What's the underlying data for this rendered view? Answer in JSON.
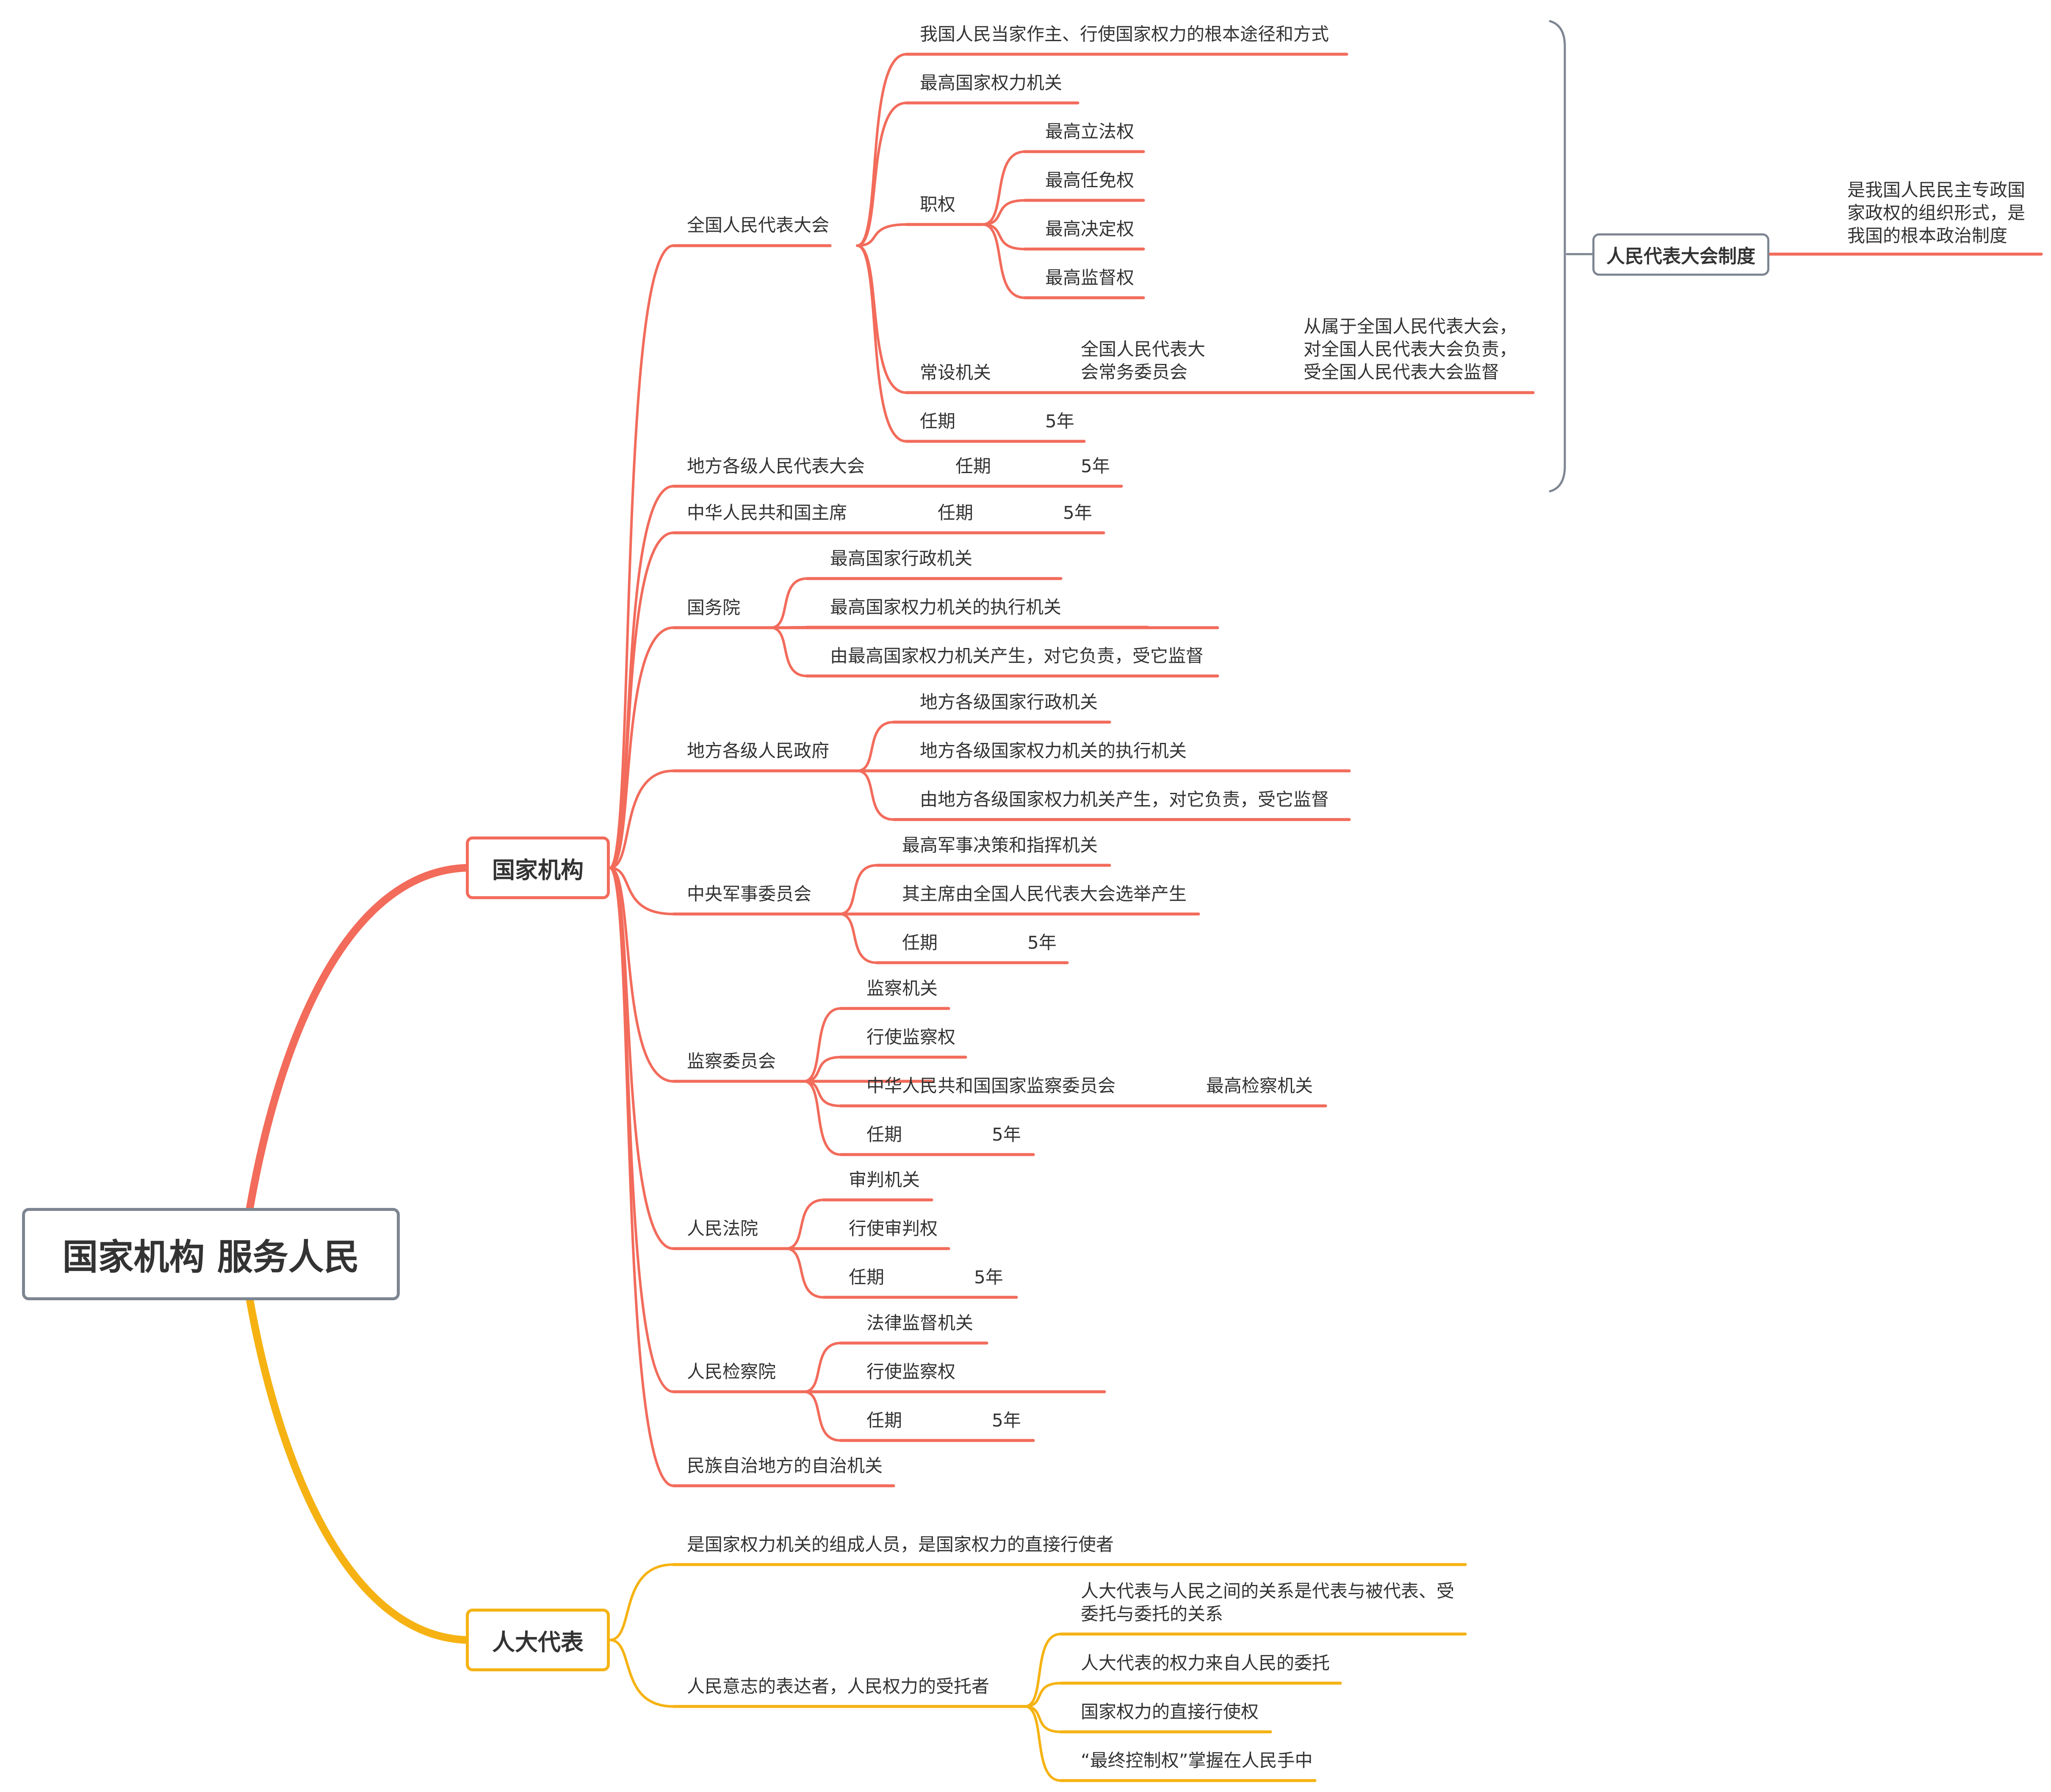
{
  "root": "国家机构 服务人民",
  "branch_organs": {
    "title": "国家机构",
    "npc": {
      "label": "全国人民代表大会",
      "item1": "我国人民当家作主、行使国家权力的根本途径和方式",
      "item2": "最高国家权力机关",
      "powers": {
        "label": "职权",
        "items": [
          "最高立法权",
          "最高任免权",
          "最高决定权",
          "最高监督权"
        ]
      },
      "standing": {
        "label": "常设机关",
        "name_lines": [
          "全国人民代表大",
          "会常务委员会"
        ],
        "desc_lines": [
          "从属于全国人民代表大会，",
          "对全国人民代表大会负责，",
          "受全国人民代表大会监督"
        ]
      },
      "term": {
        "label": "任期",
        "value": "5年"
      }
    },
    "local_npc": {
      "label": "地方各级人民代表大会",
      "term_label": "任期",
      "term_value": "5年"
    },
    "president": {
      "label": "中华人民共和国主席",
      "term_label": "任期",
      "term_value": "5年"
    },
    "state_council": {
      "label": "国务院",
      "items": [
        "最高国家行政机关",
        "最高国家权力机关的执行机关",
        "由最高国家权力机关产生，对它负责，受它监督"
      ]
    },
    "local_gov": {
      "label": "地方各级人民政府",
      "items": [
        "地方各级国家行政机关",
        "地方各级国家权力机关的执行机关",
        "由地方各级国家权力机关产生，对它负责，受它监督"
      ]
    },
    "cmc": {
      "label": "中央军事委员会",
      "items": [
        "最高军事决策和指挥机关",
        "其主席由全国人民代表大会选举产生"
      ],
      "term_label": "任期",
      "term_value": "5年"
    },
    "supervision": {
      "label": "监察委员会",
      "items": [
        "监察机关",
        "行使监察权"
      ],
      "national": "中华人民共和国国家监察委员会",
      "national_desc": "最高检察机关",
      "term_label": "任期",
      "term_value": "5年"
    },
    "court": {
      "label": "人民法院",
      "items": [
        "审判机关",
        "行使审判权"
      ],
      "term_label": "任期",
      "term_value": "5年"
    },
    "procuratorate": {
      "label": "人民检察院",
      "items": [
        "法律监督机关",
        "行使监察权"
      ],
      "term_label": "任期",
      "term_value": "5年"
    },
    "autonomous": {
      "label": "民族自治地方的自治机关"
    },
    "system": {
      "label": "人民代表大会制度",
      "desc_lines": [
        "是我国人民民主专政国",
        "家政权的组织形式，是",
        "我国的根本政治制度"
      ]
    }
  },
  "branch_deputies": {
    "title": "人大代表",
    "item1": "是国家权力机关的组成人员，是国家权力的直接行使者",
    "item2": {
      "label": "人民意志的表达者，人民权力的受托者",
      "sub1_lines": [
        "人大代表与人民之间的关系是代表与被代表、受",
        "委托与委托的关系"
      ],
      "sub2": "人大代表的权力来自人民的委托",
      "sub3": "国家权力的直接行使权",
      "sub4": "“最终控制权”掌握在人民手中"
    }
  },
  "colors": {
    "organs": "#f26b5b",
    "deputies": "#f5b212",
    "root": "#7d8591",
    "text": "#333333"
  }
}
